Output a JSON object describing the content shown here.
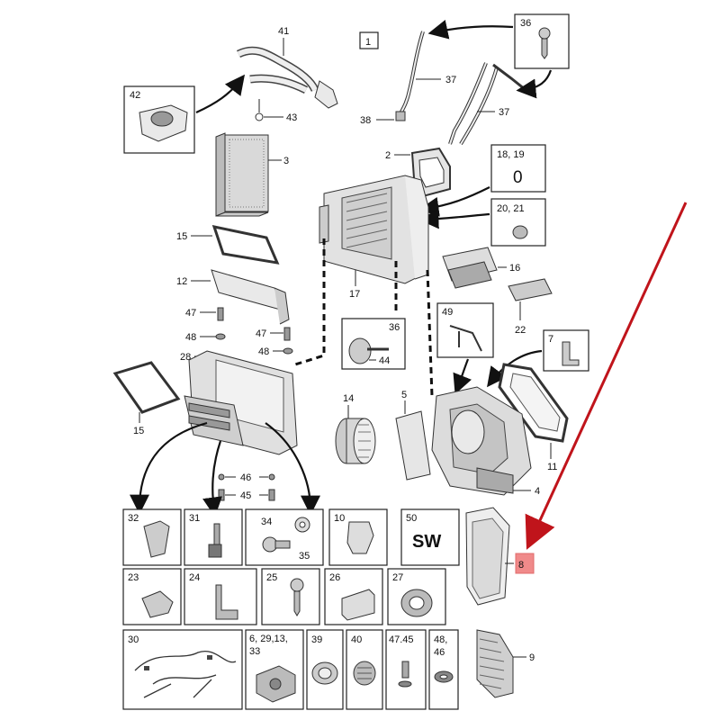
{
  "labels": {
    "l1": "1",
    "l2": "2",
    "l3": "3",
    "l4": "4",
    "l5": "5",
    "l7": "7",
    "l8": "8",
    "l9": "9",
    "l11": "11",
    "l12": "12",
    "l14": "14",
    "l15a": "15",
    "l15b": "15",
    "l16": "16",
    "l17": "17",
    "l22": "22",
    "l28": "28",
    "l36a": "36",
    "l36b": "36",
    "l37a": "37",
    "l37b": "37",
    "l38": "38",
    "l41": "41",
    "l42": "42",
    "l43": "43",
    "l44": "44",
    "l45": "45",
    "l46": "46",
    "l47a": "47",
    "l47b": "47",
    "l48a": "48",
    "l48b": "48",
    "l49": "49",
    "b1819": "18, 19",
    "b1819_sym": "0",
    "b2021": "20, 21",
    "t32": "32",
    "t31": "31",
    "t34": "34",
    "t35": "35",
    "t10": "10",
    "t50": "50",
    "sw": "SW",
    "t23": "23",
    "t24": "24",
    "t25": "25",
    "t26": "26",
    "t27": "27",
    "t30": "30",
    "t6": "6, 29,13,",
    "t33": "33",
    "t39": "39",
    "t40": "40",
    "t4745": "47.45",
    "t4846a": "48,",
    "t4846b": "46"
  },
  "colors": {
    "highlight": "#c0141b",
    "highlight_fill": "#f08a8a",
    "line": "#222222"
  }
}
